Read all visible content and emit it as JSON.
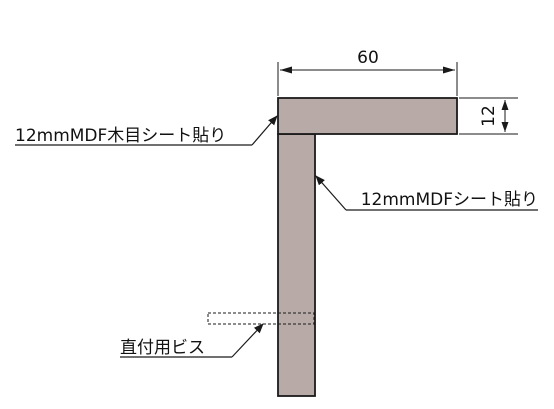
{
  "colors": {
    "background": "#ffffff",
    "mdf_fill": "#b7aaa7",
    "outline": "#1a1a1a"
  },
  "dimensions": {
    "width_label": "60",
    "thickness_label": "12"
  },
  "callouts": {
    "top_board": "12mmMDF木目シート貼り",
    "side_board": "12mmMDFシート貼り",
    "screw": "直付用ビス"
  }
}
